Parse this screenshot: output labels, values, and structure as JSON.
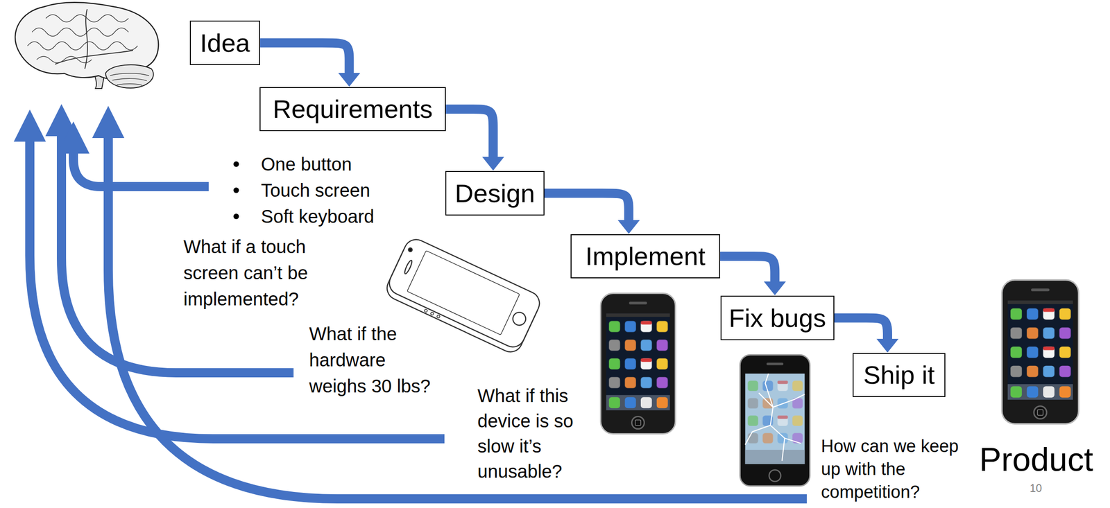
{
  "diagram": {
    "nodes": [
      {
        "text": [
          "Idea"
        ]
      },
      {
        "text": [
          "Requirements"
        ]
      },
      {
        "text": [
          "Design"
        ]
      },
      {
        "text": [
          "Implement"
        ]
      },
      {
        "text": [
          "Fix bugs"
        ]
      },
      {
        "text": [
          "Ship it"
        ]
      }
    ],
    "edges": [
      {
        "from": 0,
        "to": 1,
        "arrow": "to"
      },
      {
        "from": 1,
        "to": 2,
        "arrow": "to"
      },
      {
        "from": 2,
        "to": 3,
        "arrow": "to"
      },
      {
        "from": 3,
        "to": 4,
        "arrow": "to"
      },
      {
        "from": 4,
        "to": 5,
        "arrow": "to"
      }
    ],
    "labels": [
      "One button",
      "Touch screen",
      "Soft keyboard",
      "What if a touch screen can’t be implemented?",
      "What if the hardware weighs 30 lbs?",
      "What if this device is so slow it’s unusable?",
      "How can we keep up with the competition?",
      "Product",
      "10"
    ]
  }
}
